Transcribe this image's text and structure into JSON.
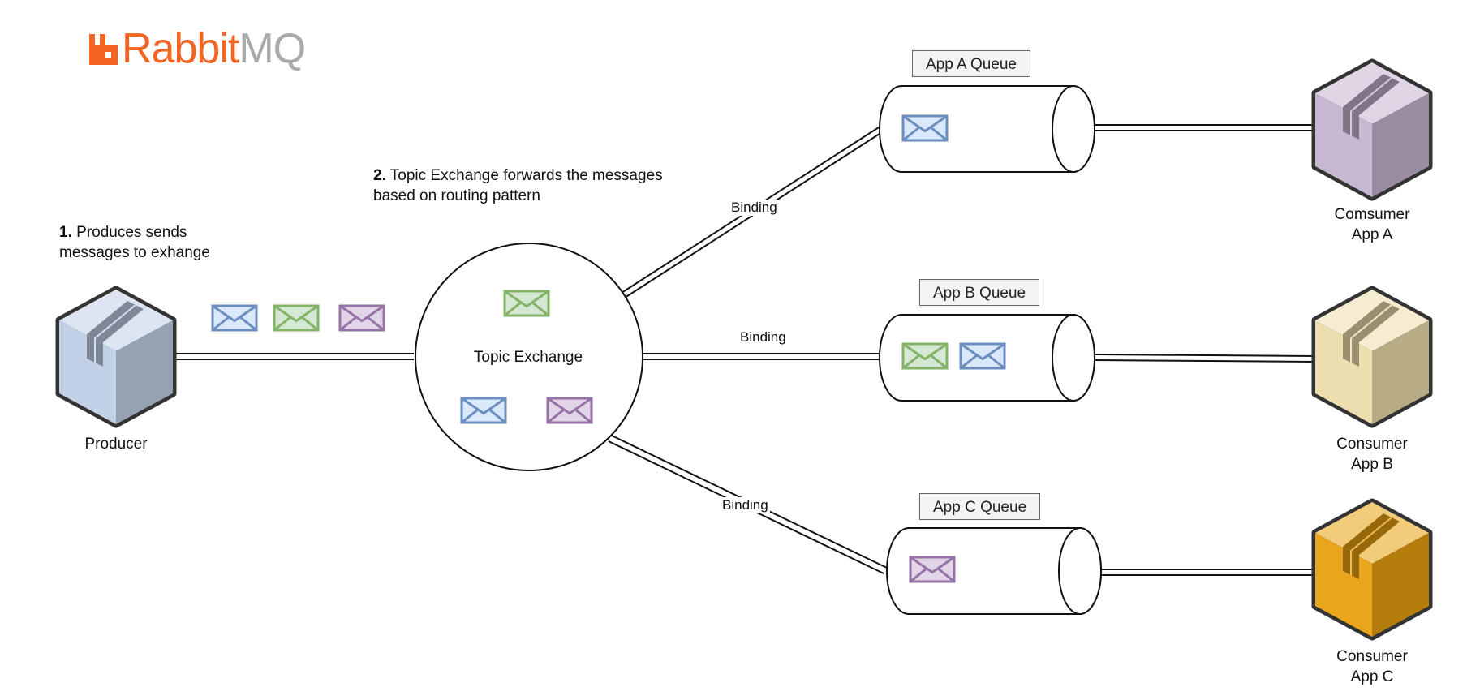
{
  "logo": {
    "part1": "Rabbit",
    "part2": "MQ",
    "brand_color": "#f26522",
    "grey": "#aaaaaa"
  },
  "step1": {
    "num": "1.",
    "line1": "Produces sends",
    "line2": "messages to exhange"
  },
  "step2": {
    "num": "2.",
    "line1": "Topic Exchange forwards the messages",
    "line2": "based on routing pattern"
  },
  "producer": {
    "label": "Producer",
    "color": "#c0cfe6"
  },
  "exchange": {
    "label": "Topic Exchange"
  },
  "bindings": [
    "Binding",
    "Binding",
    "Binding"
  ],
  "queues": [
    {
      "label": "App A Queue",
      "messages": [
        "blue"
      ]
    },
    {
      "label": "App B Queue",
      "messages": [
        "green",
        "blue"
      ]
    },
    {
      "label": "App C Queue",
      "messages": [
        "purple"
      ]
    }
  ],
  "consumers": [
    {
      "line1": "Comsumer",
      "line2": "App A",
      "color": "#c5b3cf"
    },
    {
      "line1": "Consumer",
      "line2": "App B",
      "color": "#ecdcab"
    },
    {
      "line1": "Consumer",
      "line2": "App C",
      "color": "#e8a00f"
    }
  ],
  "colors": {
    "blue": "#6c8ebf",
    "green": "#82b366",
    "purple": "#9673a6",
    "blue_fill": "#dae8fc",
    "green_fill": "#d5e8d4",
    "purple_fill": "#e1d5e7"
  }
}
